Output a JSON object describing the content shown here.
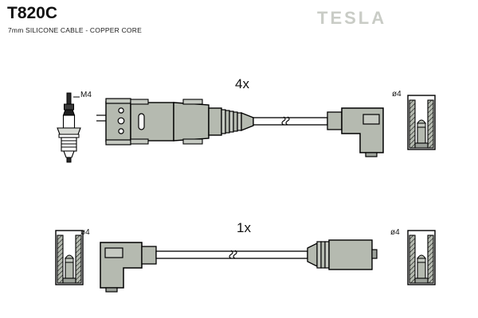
{
  "document": {
    "title": "T820C",
    "subtitle": "7mm SILICONE CABLE - COPPER CORE",
    "brand": "TESLA"
  },
  "colors": {
    "background": "#ffffff",
    "outline": "#000000",
    "body_fill": "#b5bab0",
    "body_fill_light": "#c6cac2",
    "body_fill_dark": "#9ba099",
    "logo_gray": "#c9ccc6",
    "text": "#111111"
  },
  "assemblies": [
    {
      "id": "assembly-top",
      "quantity_label": "4x",
      "plug_thread_label": "M4",
      "boot_diameter_label": "ø4",
      "parts": [
        "spark-plug",
        "distributor-connector",
        "ignition-cable",
        "right-angle-boot",
        "boot-cross-section"
      ]
    },
    {
      "id": "assembly-bottom",
      "quantity_label": "1x",
      "boot_diameter_label_left": "ø4",
      "boot_diameter_label_right": "ø4",
      "parts": [
        "boot-cross-section-left",
        "right-angle-boot",
        "ignition-cable",
        "straight-connector",
        "boot-cross-section-right"
      ]
    }
  ]
}
